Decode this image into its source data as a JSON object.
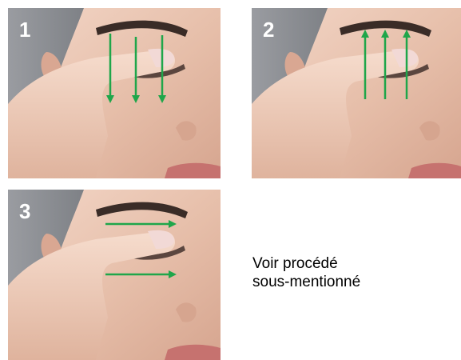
{
  "panels": [
    {
      "number": "1",
      "gesture": "downward strokes",
      "arrows": [
        "down",
        "down",
        "down"
      ]
    },
    {
      "number": "2",
      "gesture": "upward strokes",
      "arrows": [
        "up",
        "up",
        "up"
      ]
    },
    {
      "number": "3",
      "gesture": "sideways strokes",
      "arrows": [
        "right",
        "right"
      ]
    }
  ],
  "caption": {
    "line1": "Voir procédé",
    "line2": "sous-mentionné"
  },
  "colors": {
    "arrow": "#1fa64a",
    "number": "#ffffff",
    "background_gray": "#8f9297",
    "skin": "#e9c6b4",
    "brow": "#3a2c27",
    "lips": "#c6726f",
    "nail": "#f2d9d6"
  }
}
